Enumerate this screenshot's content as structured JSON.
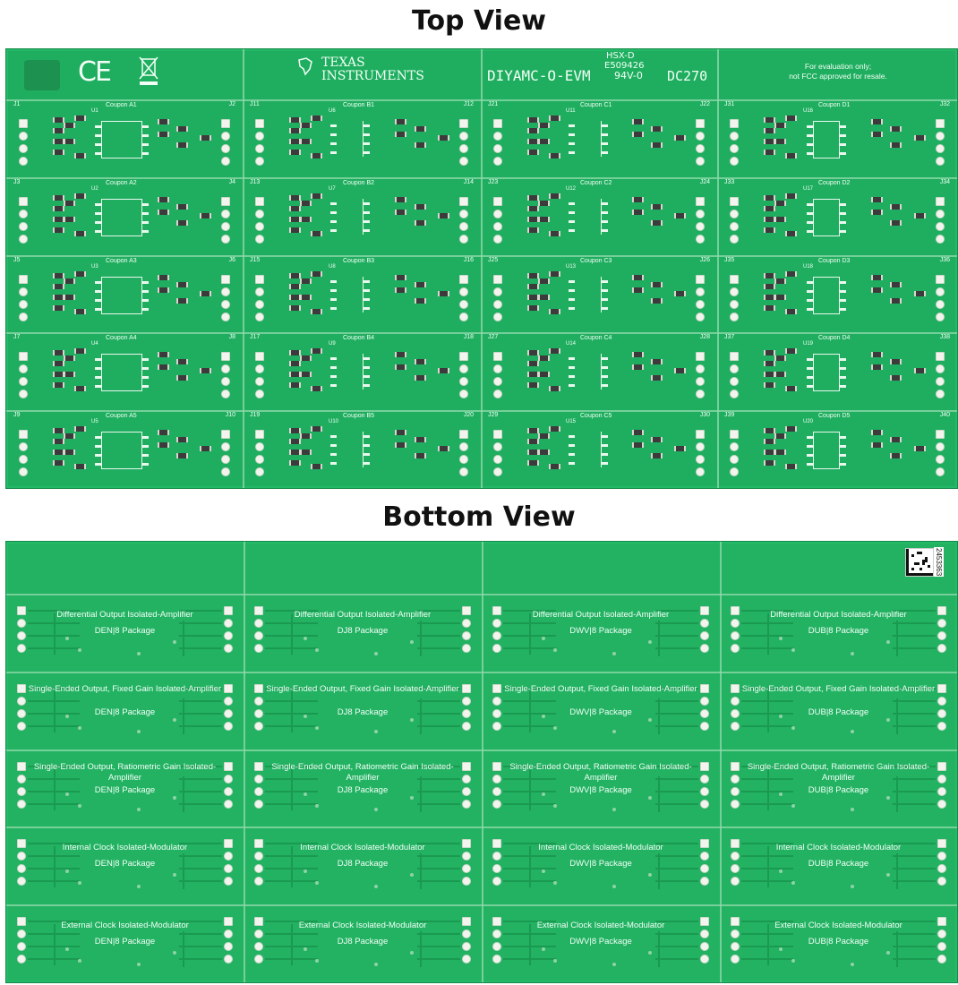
{
  "titles": {
    "top": "Top View",
    "bottom": "Bottom View"
  },
  "top_header": {
    "ce": "CE",
    "ti_line1": "Texas",
    "ti_line2": "Instruments",
    "hsx": "HSX-D",
    "esn": "E509426",
    "evm": "DIYAMC-O-EVM",
    "flam": "94V-0",
    "dc": "DC270",
    "note_line1": "For evaluation only;",
    "note_line2": "not FCC approved for resale."
  },
  "top_cells": [
    [
      {
        "coupon": "Coupon A1",
        "jl": "J1",
        "jr": "J2",
        "u": "U1"
      },
      {
        "coupon": "Coupon B1",
        "jl": "J11",
        "jr": "J12",
        "u": "U6"
      },
      {
        "coupon": "Coupon C1",
        "jl": "J21",
        "jr": "J22",
        "u": "U11"
      },
      {
        "coupon": "Coupon D1",
        "jl": "J31",
        "jr": "J32",
        "u": "U16"
      }
    ],
    [
      {
        "coupon": "Coupon A2",
        "jl": "J3",
        "jr": "J4",
        "u": "U2"
      },
      {
        "coupon": "Coupon B2",
        "jl": "J13",
        "jr": "J14",
        "u": "U7"
      },
      {
        "coupon": "Coupon C2",
        "jl": "J23",
        "jr": "J24",
        "u": "U12"
      },
      {
        "coupon": "Coupon D2",
        "jl": "J33",
        "jr": "J34",
        "u": "U17"
      }
    ],
    [
      {
        "coupon": "Coupon A3",
        "jl": "J5",
        "jr": "J6",
        "u": "U3"
      },
      {
        "coupon": "Coupon B3",
        "jl": "J15",
        "jr": "J16",
        "u": "U8"
      },
      {
        "coupon": "Coupon C3",
        "jl": "J25",
        "jr": "J26",
        "u": "U13"
      },
      {
        "coupon": "Coupon D3",
        "jl": "J35",
        "jr": "J36",
        "u": "U18"
      }
    ],
    [
      {
        "coupon": "Coupon A4",
        "jl": "J7",
        "jr": "J8",
        "u": "U4"
      },
      {
        "coupon": "Coupon B4",
        "jl": "J17",
        "jr": "J18",
        "u": "U9"
      },
      {
        "coupon": "Coupon C4",
        "jl": "J27",
        "jr": "J28",
        "u": "U14"
      },
      {
        "coupon": "Coupon D4",
        "jl": "J37",
        "jr": "J38",
        "u": "U19"
      }
    ],
    [
      {
        "coupon": "Coupon A5",
        "jl": "J9",
        "jr": "J10",
        "u": "U5"
      },
      {
        "coupon": "Coupon B5",
        "jl": "J19",
        "jr": "J20",
        "u": "U10"
      },
      {
        "coupon": "Coupon C5",
        "jl": "J29",
        "jr": "J30",
        "u": "U15"
      },
      {
        "coupon": "Coupon D5",
        "jl": "J39",
        "jr": "J40",
        "u": "U20"
      }
    ]
  ],
  "bottom_rows": [
    {
      "desc": "Differential Output Isolated-Amplifier"
    },
    {
      "desc": "Single-Ended Output, Fixed Gain Isolated-Amplifier"
    },
    {
      "desc": "Single-Ended Output, Ratiometric Gain Isolated-Amplifier"
    },
    {
      "desc": "Internal Clock Isolated-Modulator"
    },
    {
      "desc": "External Clock Isolated-Modulator"
    }
  ],
  "bottom_packages": [
    "DEN|8 Package",
    "DJ8 Package",
    "DWV|8 Package",
    "DUB|8 Package"
  ],
  "barcode_text": "2453363",
  "colors": {
    "board": "#1fae5f",
    "silk": "#f2fff6",
    "pad": "#f4f4ee"
  }
}
